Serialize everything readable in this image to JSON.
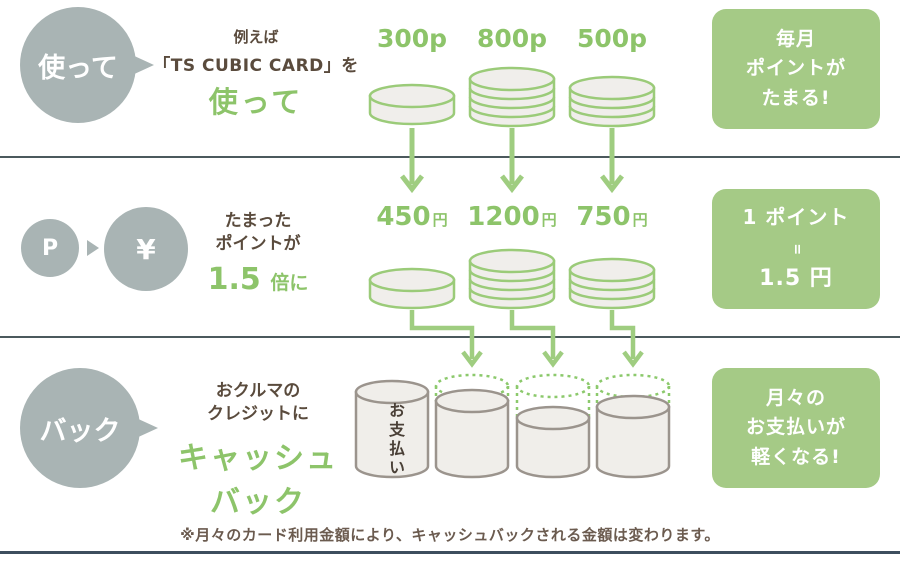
{
  "colors": {
    "accent_green_text": "#8dc46a",
    "box_green": "#a5ca86",
    "coin_stroke_green": "#9bcb79",
    "dashed_green": "#8cc96c",
    "bubble_gray": "#a9b4b4",
    "text_brown": "#5a4b3d",
    "coin_fill": "#f0eeeb",
    "cylinder_stroke": "#9b948d",
    "divider": "#4b595d",
    "bottom_border": "#3d4e5e"
  },
  "row1": {
    "bubble": "使って",
    "desc_line1": "例えば",
    "desc_line2": "「TS CUBIC CARD」を",
    "desc_highlight": "使って",
    "points": [
      "300p",
      "800p",
      "500p"
    ],
    "box": [
      "毎月",
      "ポイントが",
      "たまる!"
    ]
  },
  "row2": {
    "bubble_p": "P",
    "bubble_yen": "¥",
    "desc_line1": "たまった",
    "desc_line2": "ポイントが",
    "highlight_value": "1.5",
    "highlight_suffix": "倍に",
    "amounts": [
      {
        "value": "450",
        "unit": "円"
      },
      {
        "value": "1200",
        "unit": "円"
      },
      {
        "value": "750",
        "unit": "円"
      }
    ],
    "box_line1": "1 ポイント",
    "box_equals": "=",
    "box_line3": "1.5 円"
  },
  "row3": {
    "bubble": "バック",
    "desc_line1": "おクルマの",
    "desc_line2": "クレジットに",
    "highlight_line1": "キャッシュ",
    "highlight_line2": "バック",
    "cylinder_label": "お支払い",
    "box": [
      "月々の",
      "お支払いが",
      "軽くなる!"
    ]
  },
  "note": "※月々のカード利用金額により、キャッシュバックされる金額は変わります。"
}
